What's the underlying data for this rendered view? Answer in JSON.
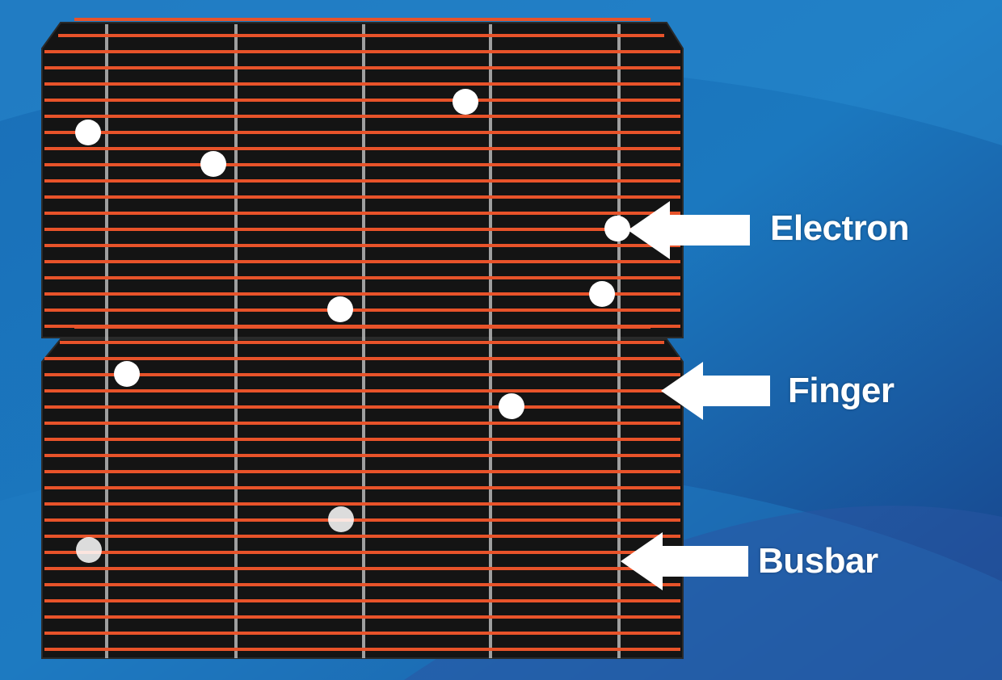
{
  "labels": {
    "electron": "Electron",
    "finger": "Finger",
    "busbar": "Busbar"
  },
  "colors": {
    "background_dark": "#0f4d92",
    "background_light": "#2b8fd0",
    "cell": "#141414",
    "finger": "#e8532a",
    "busbar": "#b8b8b8",
    "electron": "#ffffff",
    "arrow": "#ffffff"
  },
  "icons": {
    "arrow": "left-arrow-icon",
    "electron": "electron-dot-icon"
  }
}
